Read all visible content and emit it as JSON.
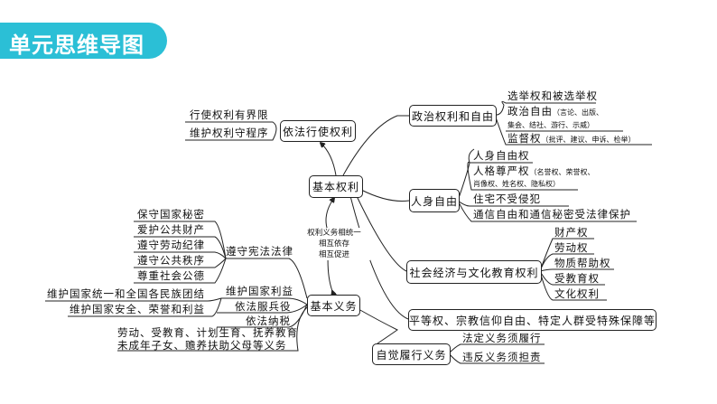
{
  "header": {
    "title": "单元思维导图"
  },
  "nodes": {
    "exercise_rights": "依法行使权利",
    "exercise_items": [
      "行使权利有界限",
      "维护权利守程序"
    ],
    "basic_rights": "基本权利",
    "basic_duties": "基本义务",
    "relation": [
      "权利义务相统一",
      "相互依存",
      "相互促进"
    ],
    "political": "政治权利和自由",
    "political_items": {
      "election": "选举权和被选举权",
      "freedom": "政治自由",
      "freedom_note1": "（言论、出版、",
      "freedom_note2": "集会、结社、游行、示威）",
      "supervision": "监督权",
      "supervision_note": "（批评、建议、申诉、检举）"
    },
    "personal": "人身自由",
    "personal_items": {
      "liberty": "人身自由权",
      "dignity": "人格尊严权",
      "dignity_note1": "（名誉权、荣誉权、",
      "dignity_note2": "肖像权、姓名权、隐私权）",
      "residence": "住宅不受侵犯",
      "correspondence": "通信自由和通信秘密受法律保护"
    },
    "social": "社会经济与文化教育权利",
    "social_items": [
      "财产权",
      "劳动权",
      "物质帮助权",
      "受教育权",
      "文化权利"
    ],
    "equality": "平等权、宗教信仰自由、特定人群受特殊保障等",
    "fulfill": "自觉履行义务",
    "fulfill_items": [
      "法定义务须履行",
      "违反义务须担责"
    ],
    "obey_law": "遵守宪法法律",
    "obey_items": [
      "保守国家秘密",
      "爱护公共财产",
      "遵守劳动纪律",
      "遵守公共秩序",
      "尊重社会公德"
    ],
    "national_interest": "维护国家利益",
    "national_items": [
      "维护国家统一和全国各民族团结",
      "维护国家安全、荣誉和利益"
    ],
    "military": "依法服兵役",
    "tax": "依法纳税",
    "other_duties": [
      "劳动、受教育、计划生育、抚养教育",
      "未成年子女、赡养扶助父母等义务"
    ]
  }
}
